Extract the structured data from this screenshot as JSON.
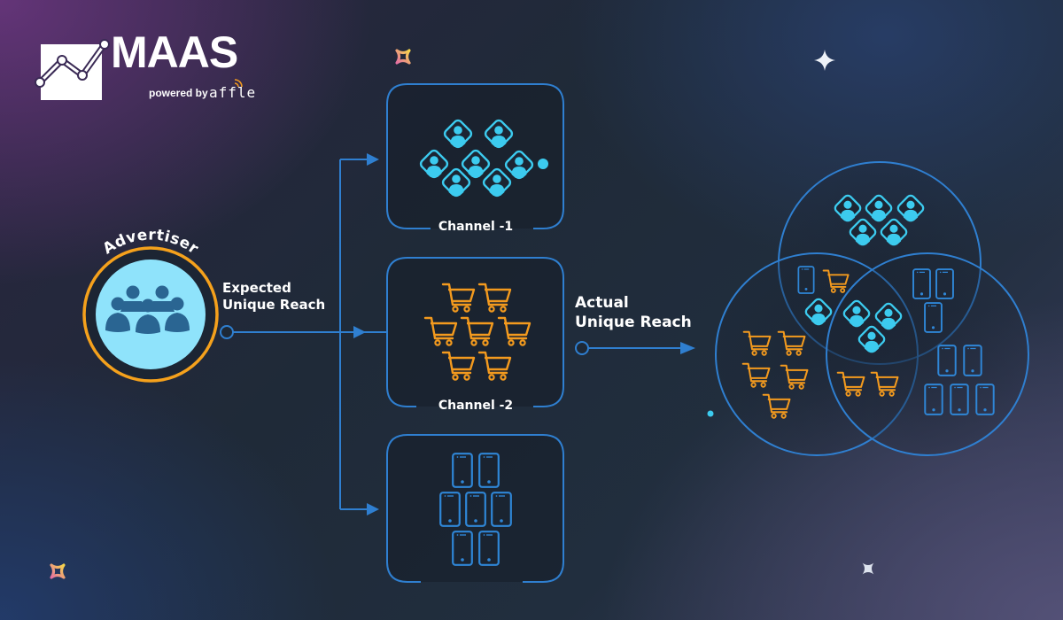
{
  "brand": {
    "title": "MAAS",
    "powered_by": "powered by",
    "partner": "affle"
  },
  "advertiser": {
    "label": "Advertiser",
    "icon": "people-group-icon"
  },
  "expected_reach": {
    "line1": "Expected",
    "line2": "Unique Reach"
  },
  "actual_reach": {
    "line1": "Actual",
    "line2": "Unique Reach"
  },
  "channels": [
    {
      "label": "Channel -1",
      "icon": "user-profile-icon",
      "count": 7
    },
    {
      "label": "Channel -2",
      "icon": "shopping-cart-icon",
      "count": 7
    },
    {
      "label": "",
      "icon": "mobile-phone-icon",
      "count": 7
    }
  ],
  "venn": {
    "top_only": {
      "icon": "user-profile-icon",
      "count": 5
    },
    "left_top_overlap": [
      {
        "icon": "mobile-phone-icon",
        "count": 1
      },
      {
        "icon": "shopping-cart-icon",
        "count": 1
      },
      {
        "icon": "user-profile-icon",
        "count": 1
      }
    ],
    "center_overlap": {
      "icon": "user-profile-icon",
      "count": 3
    },
    "right_top_overlap": {
      "icon": "mobile-phone-icon",
      "count": 3
    },
    "left_only": {
      "icon": "shopping-cart-icon",
      "count": 5
    },
    "left_right_overlap": {
      "icon": "shopping-cart-icon",
      "count": 2
    },
    "right_only": {
      "icon": "mobile-phone-icon",
      "count": 5
    }
  },
  "colors": {
    "line_blue": "#2f7fd0",
    "user_cyan": "#3ccbef",
    "cart_orange": "#f39a1e",
    "advertiser_ring": "#f5a11c",
    "advertiser_fill": "#8fe3fb",
    "advertiser_people": "#2a6592"
  }
}
